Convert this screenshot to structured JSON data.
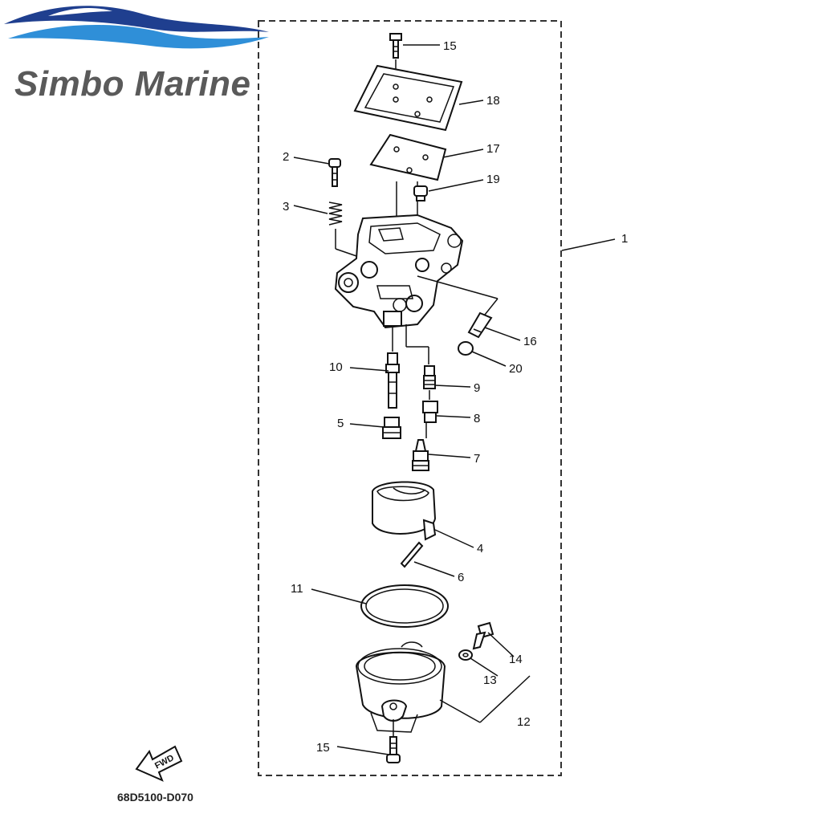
{
  "brand": {
    "name": "Simbo Marine",
    "colors": {
      "wave_dark": "#1f3f8f",
      "wave_light": "#2f8fd8",
      "text": "#5a5a5a"
    }
  },
  "diagram": {
    "code": "68D5100-D070",
    "fwd_label": "FWD",
    "callouts": {
      "c1": "1",
      "c2": "2",
      "c3": "3",
      "c4": "4",
      "c5": "5",
      "c6": "6",
      "c7": "7",
      "c8": "8",
      "c9": "9",
      "c10": "10",
      "c11": "11",
      "c12": "12",
      "c13": "13",
      "c14": "14",
      "c15_top": "15",
      "c15_bottom": "15",
      "c16": "16",
      "c17": "17",
      "c18": "18",
      "c19": "19",
      "c20": "20"
    }
  }
}
